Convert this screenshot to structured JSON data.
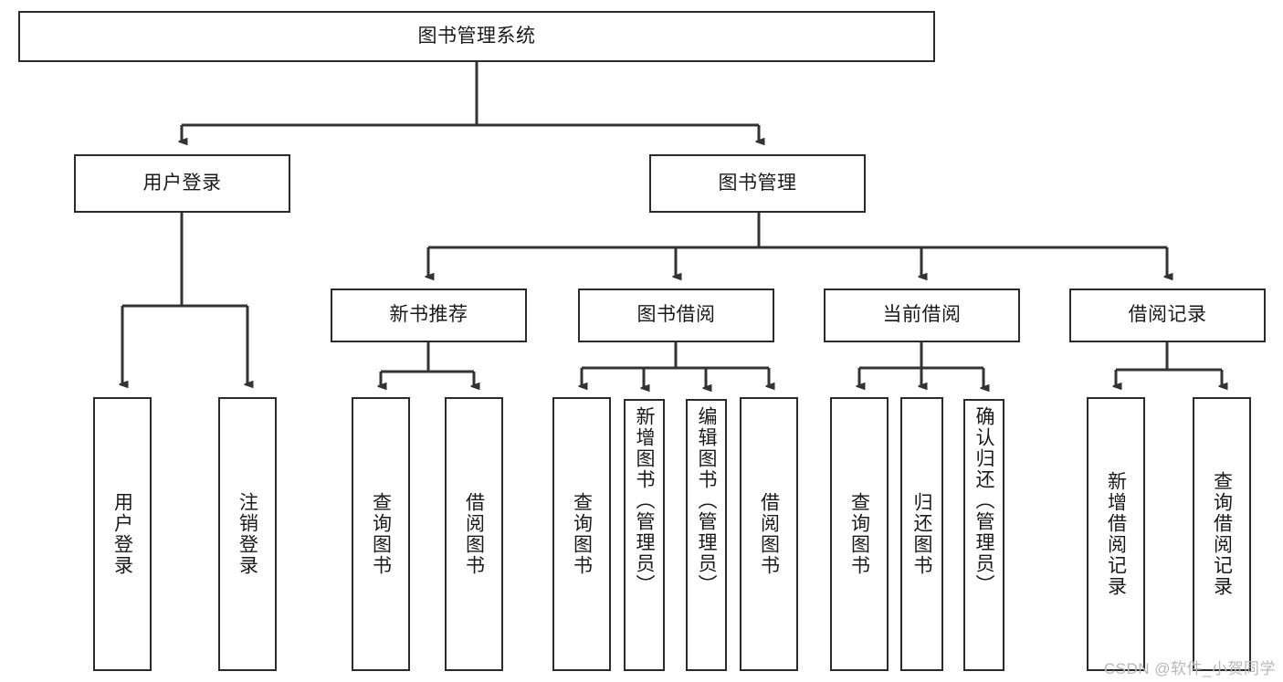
{
  "diagram": {
    "type": "tree-hierarchy-chart",
    "title": "图书管理系统",
    "watermark": "CSDN @软件_小贺同学",
    "colors": {
      "box_border": "#2b2b2b",
      "box_fill": "#ffffff",
      "connector": "#333333",
      "text": "#1a1a1a",
      "watermark": "#b8b8b8",
      "background": "#ffffff"
    },
    "nodes": {
      "root": {
        "label": "图书管理系统",
        "level": 1
      },
      "user_login": {
        "label": "用户登录",
        "level": 2
      },
      "book_manage": {
        "label": "图书管理",
        "level": 2
      },
      "new_book_rec": {
        "label": "新书推荐",
        "level": 3
      },
      "book_borrow": {
        "label": "图书借阅",
        "level": 3
      },
      "current_borrow": {
        "label": "当前借阅",
        "level": 3
      },
      "borrow_record": {
        "label": "借阅记录",
        "level": 3
      },
      "leaf_user_login": {
        "label": "用户登录",
        "level": 4
      },
      "leaf_logout": {
        "label": "注销登录",
        "level": 4
      },
      "leaf_query_book_1": {
        "label": "查询图书",
        "level": 4
      },
      "leaf_borrow_book_1": {
        "label": "借阅图书",
        "level": 4
      },
      "leaf_query_book_2": {
        "label": "查询图书",
        "level": 4
      },
      "leaf_add_book": {
        "label": "新增图书（管理员）",
        "level": 4
      },
      "leaf_edit_book": {
        "label": "编辑图书（管理员）",
        "level": 4
      },
      "leaf_borrow_book_2": {
        "label": "借阅图书",
        "level": 4
      },
      "leaf_query_book_3": {
        "label": "查询图书",
        "level": 4
      },
      "leaf_return_book": {
        "label": "归还图书",
        "level": 4
      },
      "leaf_confirm_return": {
        "label": "确认归还（管理员）",
        "level": 4
      },
      "leaf_add_record": {
        "label": "新增借阅记录",
        "level": 4
      },
      "leaf_query_record": {
        "label": "查询借阅记录",
        "level": 4
      }
    }
  }
}
